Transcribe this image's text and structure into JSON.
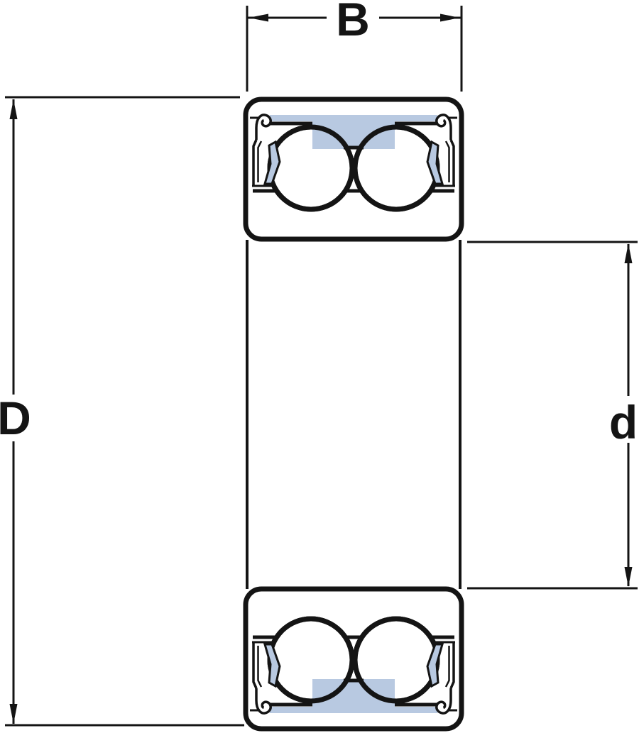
{
  "diagram": {
    "dimension_labels": {
      "width": "B",
      "outer_diameter": "D",
      "bore_diameter": "d"
    },
    "colors": {
      "ring_fill": "#b8c9e1",
      "line": "#141414",
      "background": "#ffffff"
    }
  }
}
